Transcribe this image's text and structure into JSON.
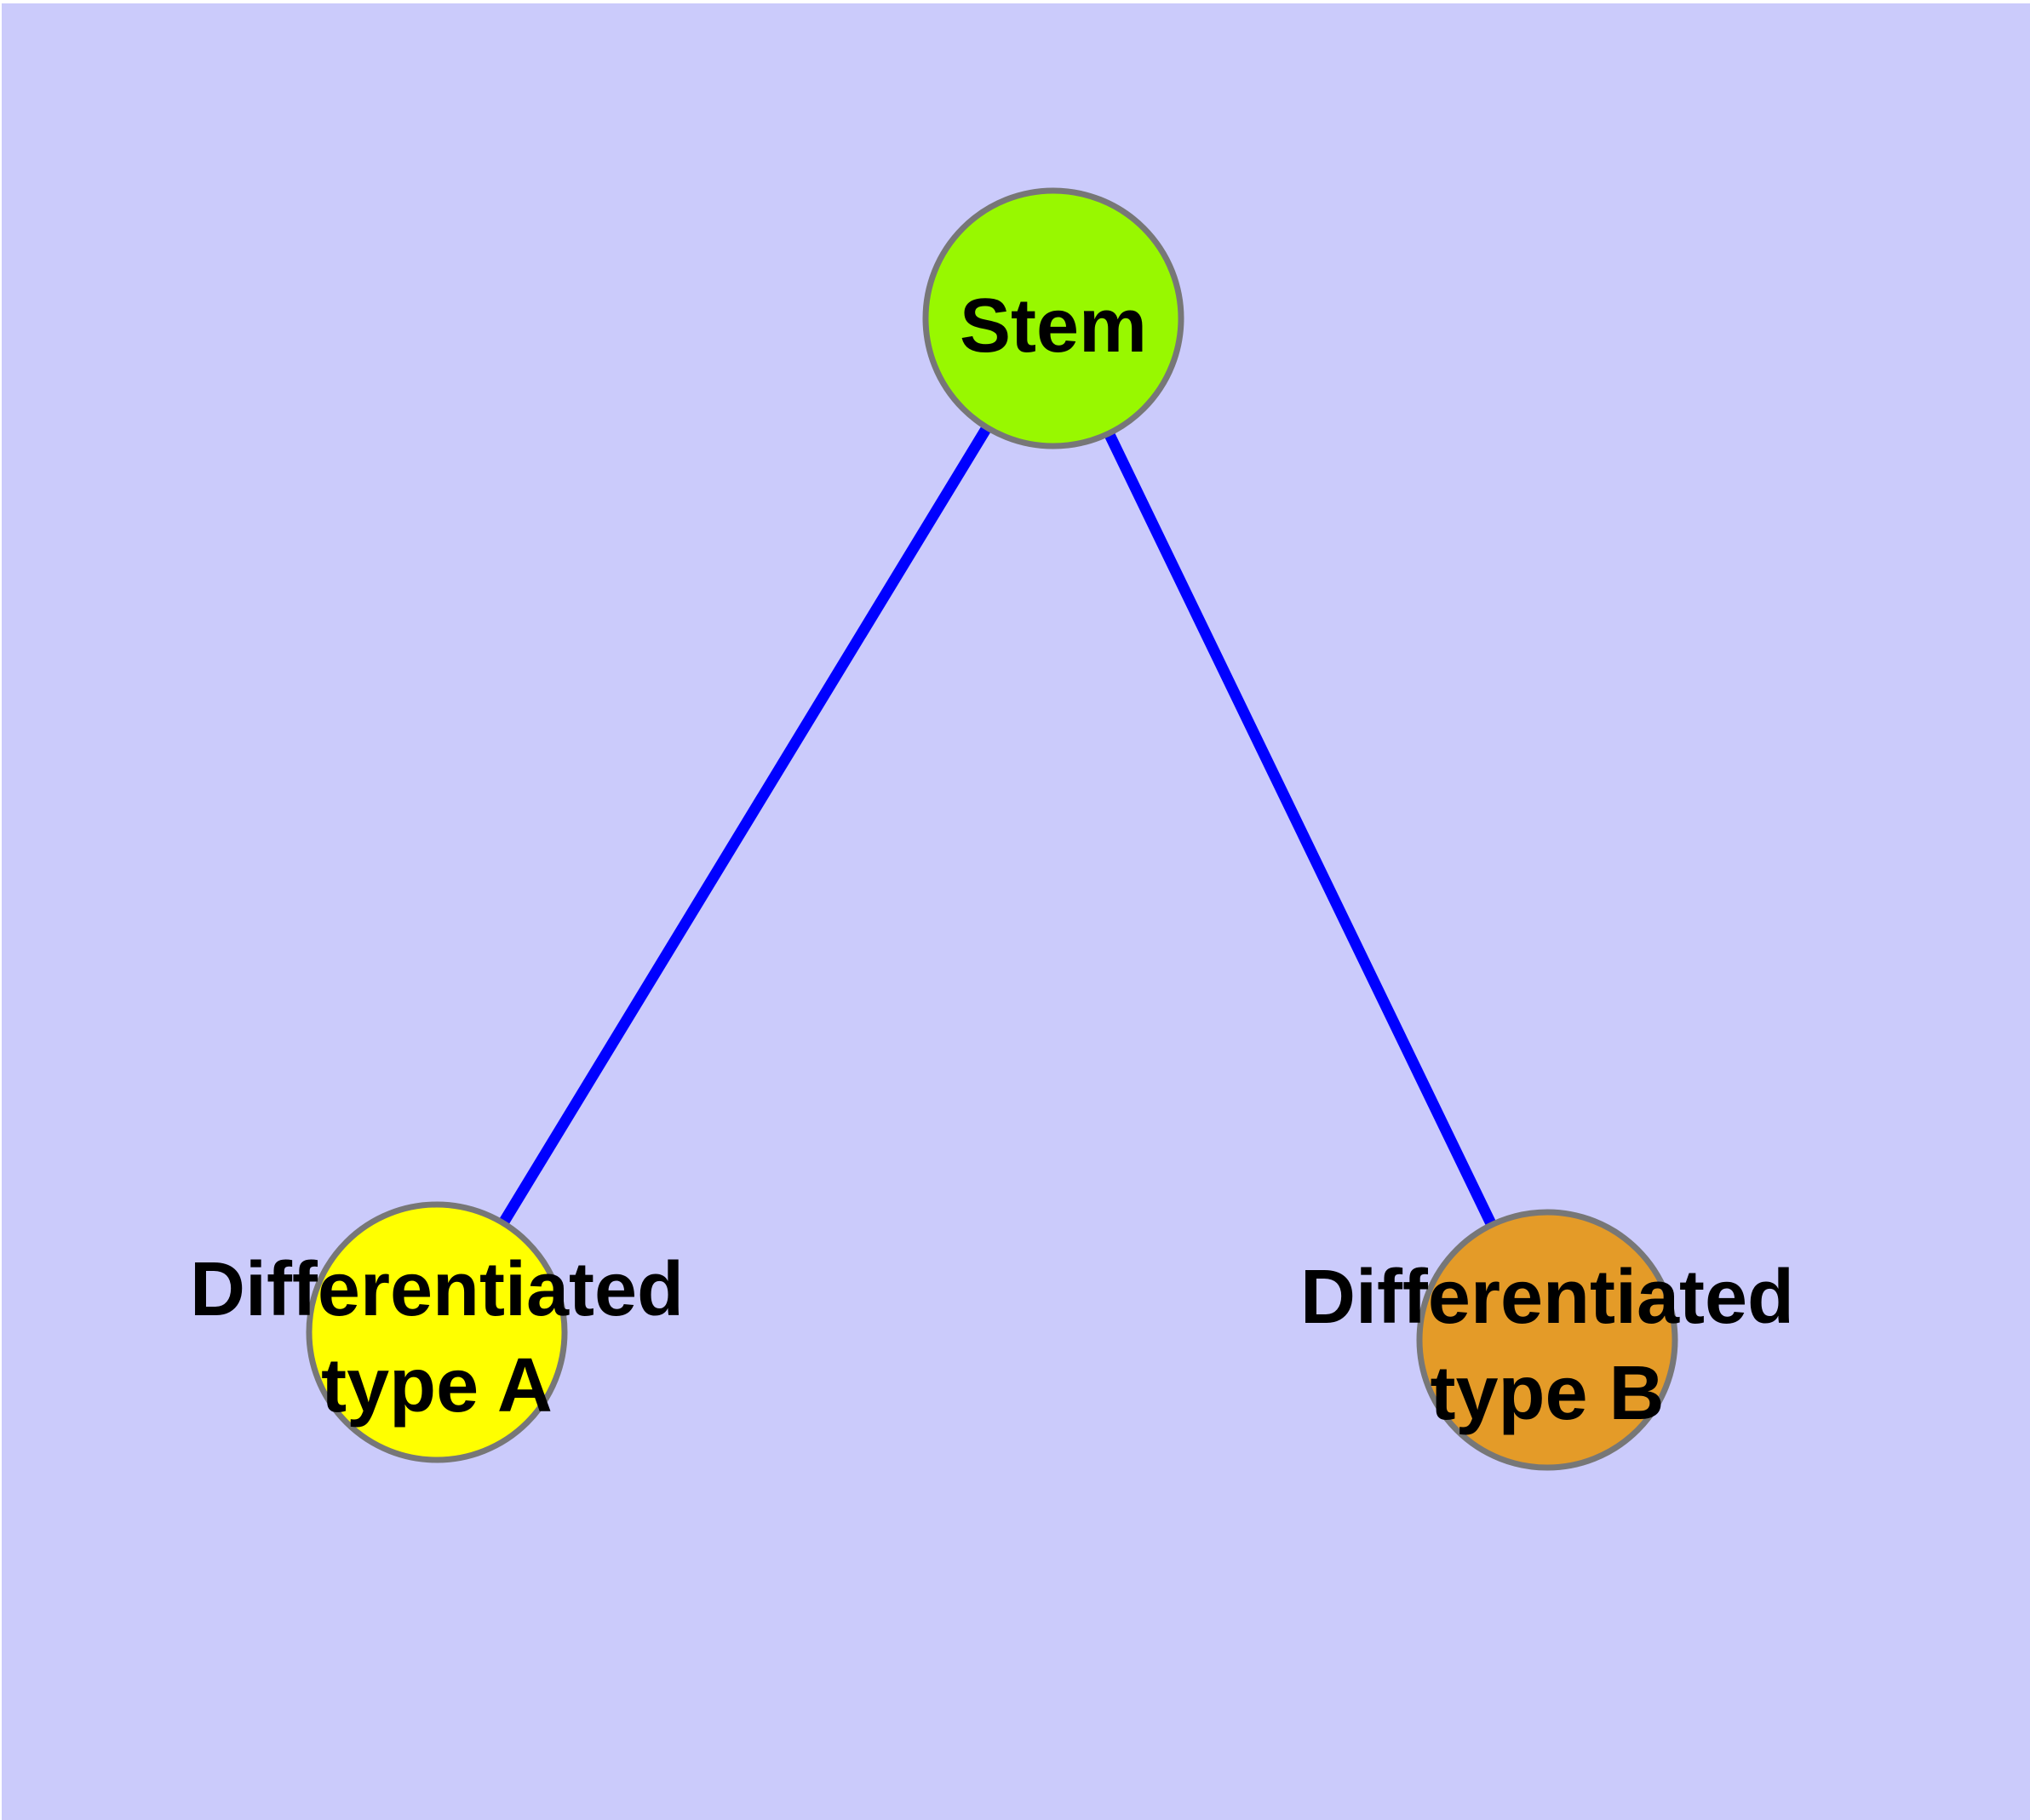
{
  "canvas": {
    "background_color": "#CBCBFB",
    "margin_color": "#FFFFFF"
  },
  "diagram": {
    "type": "node-link-graph",
    "title": "",
    "edge_color": "#0000FF",
    "node_border_color": "#777777",
    "label_color": "#000000",
    "nodes": [
      {
        "id": "stem",
        "label": "Stem",
        "fill": "#98F800"
      },
      {
        "id": "differentiated-type-a",
        "label_line1": "Differentiated",
        "label_line2": "type A",
        "fill": "#FFFF00"
      },
      {
        "id": "differentiated-type-b",
        "label_line1": "Differentiated",
        "label_line2": "type B",
        "fill": "#E49B28"
      }
    ],
    "edges": [
      {
        "from": "Stem",
        "to": "Differentiated type A"
      },
      {
        "from": "Stem",
        "to": "Differentiated type B"
      }
    ]
  }
}
